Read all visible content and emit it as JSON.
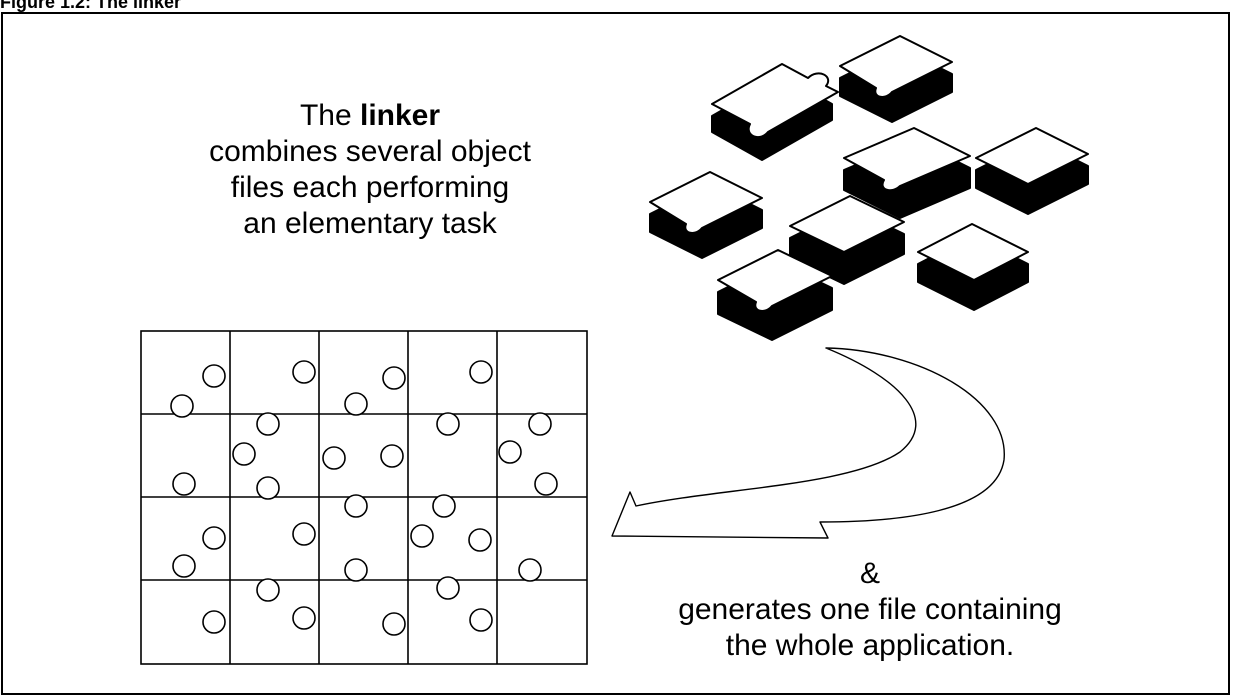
{
  "figure": {
    "label": "Figure 1.2: The linker"
  },
  "top_caption": {
    "line1_pre": "The",
    "line1_bold": "linker",
    "line2": "combines several object",
    "line3": "files each performing",
    "line4": "an elementary task"
  },
  "bottom_caption": {
    "line1": "&",
    "line2": "generates one file containing",
    "line3": "the whole application."
  },
  "colors": {
    "ink": "#000000",
    "background": "#ffffff"
  }
}
